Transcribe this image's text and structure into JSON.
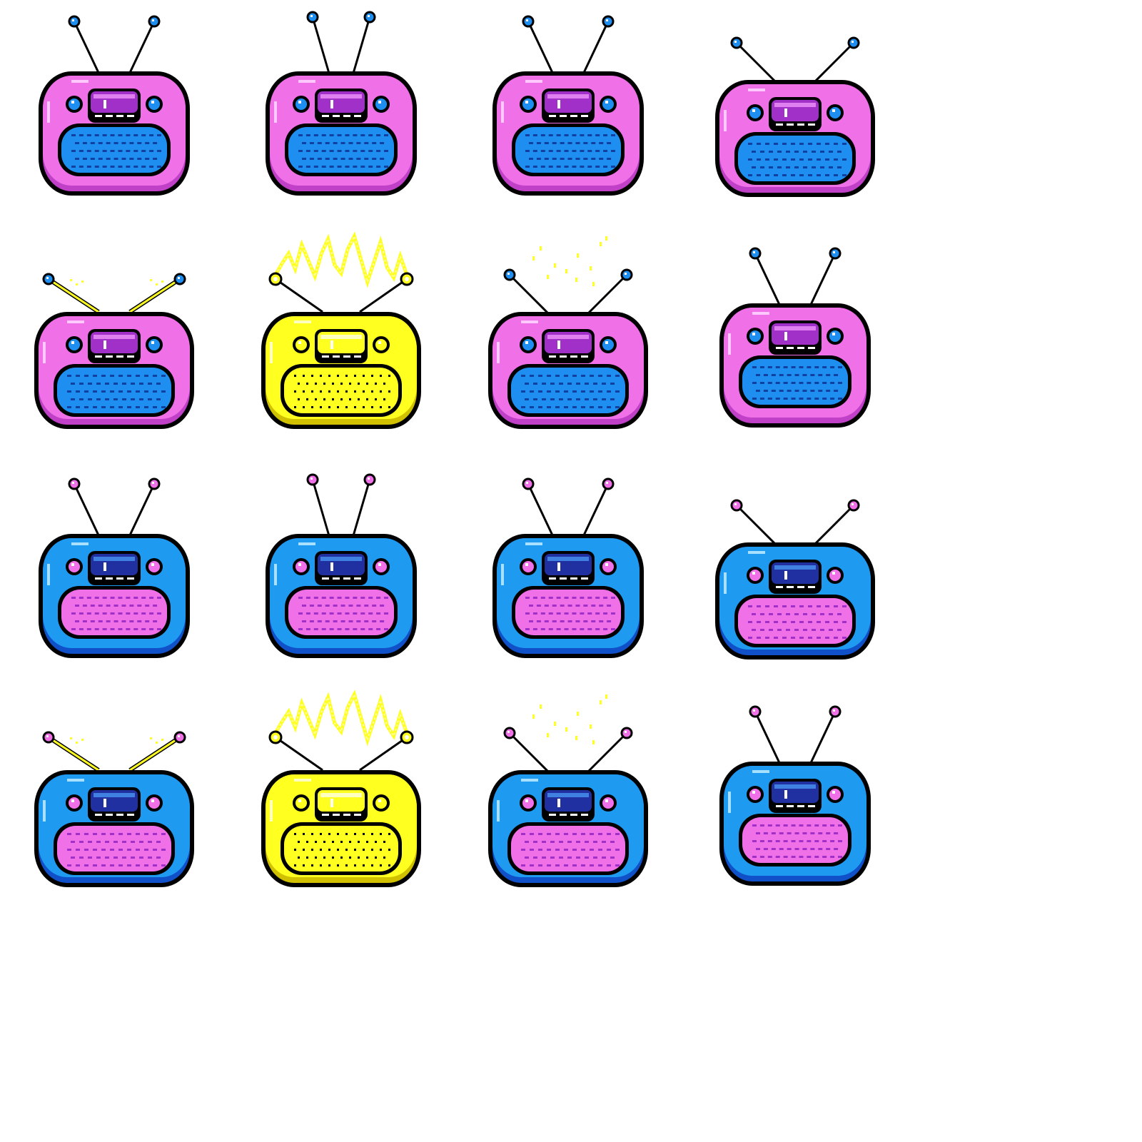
{
  "sheet": {
    "kind": "radio sprite sheet",
    "columns": 4,
    "rows": 4,
    "background": "#ffffff"
  },
  "palettes": {
    "pink": {
      "body": "#f070e8",
      "shade": "#c040c8",
      "highlight": "#ffc8ff",
      "grille": "#1e8ff0",
      "grille_dark": "#1040a0",
      "knob": "#1e8ff0",
      "display": "#a030c8",
      "display_light": "#e080f0",
      "antenna_tip": "#1e8ff0"
    },
    "blue": {
      "body": "#1e9af0",
      "shade": "#1050c8",
      "highlight": "#a8e0ff",
      "grille": "#f070e8",
      "grille_dark": "#a030c8",
      "knob": "#f070e8",
      "display": "#2030a0",
      "display_light": "#4080e0",
      "antenna_tip": "#f070e8"
    },
    "yellow": {
      "body": "#ffff20",
      "shade": "#d0c000",
      "highlight": "#ffffc0",
      "grille": "#ffff20",
      "grille_dark": "#000000",
      "knob": "#ffff20",
      "display": "#ffff20",
      "display_light": "#ffffc0",
      "antenna_tip": "#ffff20"
    },
    "outline": "#000000",
    "spark": "#ffff20"
  },
  "frames": [
    {
      "id": "r1c1",
      "palette": "pink",
      "antenna": "normal",
      "effect": "none"
    },
    {
      "id": "r1c2",
      "palette": "pink",
      "antenna": "narrow",
      "effect": "none"
    },
    {
      "id": "r1c3",
      "palette": "pink",
      "antenna": "normal",
      "effect": "none"
    },
    {
      "id": "r1c4",
      "palette": "pink",
      "antenna": "wide",
      "effect": "none"
    },
    {
      "id": "r2c1",
      "palette": "pink",
      "antenna": "flat-glow",
      "effect": "sparks-low"
    },
    {
      "id": "r2c2",
      "palette": "yellow",
      "antenna": "flat-ring",
      "effect": "lightning"
    },
    {
      "id": "r2c3",
      "palette": "pink",
      "antenna": "wide",
      "effect": "sparks-high"
    },
    {
      "id": "r2c4",
      "palette": "pink",
      "antenna": "normal",
      "effect": "none"
    },
    {
      "id": "r3c1",
      "palette": "blue",
      "antenna": "normal",
      "effect": "none"
    },
    {
      "id": "r3c2",
      "palette": "blue",
      "antenna": "narrow",
      "effect": "none"
    },
    {
      "id": "r3c3",
      "palette": "blue",
      "antenna": "normal",
      "effect": "none"
    },
    {
      "id": "r3c4",
      "palette": "blue",
      "antenna": "wide",
      "effect": "none"
    },
    {
      "id": "r4c1",
      "palette": "blue",
      "antenna": "flat-glow",
      "effect": "sparks-low"
    },
    {
      "id": "r4c2",
      "palette": "yellow",
      "antenna": "flat-ring",
      "effect": "lightning"
    },
    {
      "id": "r4c3",
      "palette": "blue",
      "antenna": "wide",
      "effect": "sparks-high"
    },
    {
      "id": "r4c4",
      "palette": "blue",
      "antenna": "normal",
      "effect": "none"
    }
  ]
}
